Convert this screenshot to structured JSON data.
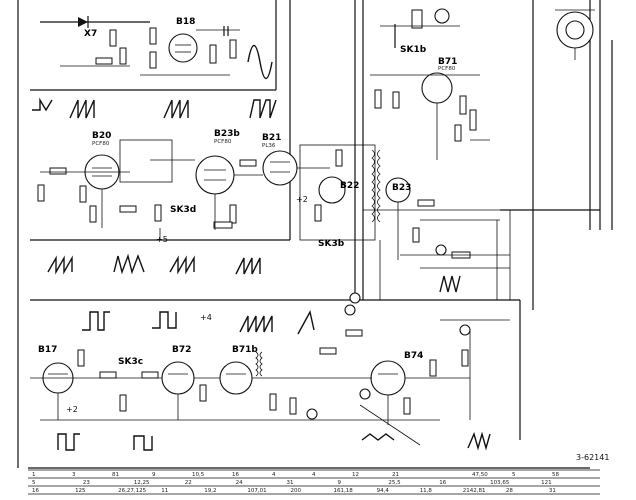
{
  "labels": {
    "x7": "X7",
    "b18": "B18",
    "b20": "B20",
    "b20_type": "PCF80",
    "b21": "B21",
    "b21_type": "PL36",
    "b22": "B22",
    "b23": "B23",
    "b23b": "B23b",
    "b23b_type": "PCF80",
    "sk1b": "SK1b",
    "sk3b": "SK3b",
    "sk3c": "SK3c",
    "sk3d": "SK3d",
    "b71": "B71",
    "b71_type": "PCF80",
    "b17": "B17",
    "b71b": "B71b",
    "b72": "B72",
    "b74": "B74",
    "p5v": "+5",
    "p2v": "+2",
    "p4v": "+4",
    "ref": "3-62141"
  },
  "table": {
    "row1": [
      "1",
      "3",
      "81",
      "9",
      "10,5",
      "16",
      "4",
      "4",
      "12",
      "21",
      "",
      "47,50",
      "5",
      "58"
    ],
    "row2": [
      "5",
      "23",
      "12,25",
      "22",
      "24",
      "31",
      "9",
      "25,5",
      "16",
      "103,65",
      "121"
    ],
    "row3": [
      "16",
      "125",
      "26,27,125",
      "11",
      "19,2",
      "107,01",
      "200",
      "161,18",
      "94,4",
      "11,8",
      "2142,81",
      "28",
      "31"
    ]
  }
}
